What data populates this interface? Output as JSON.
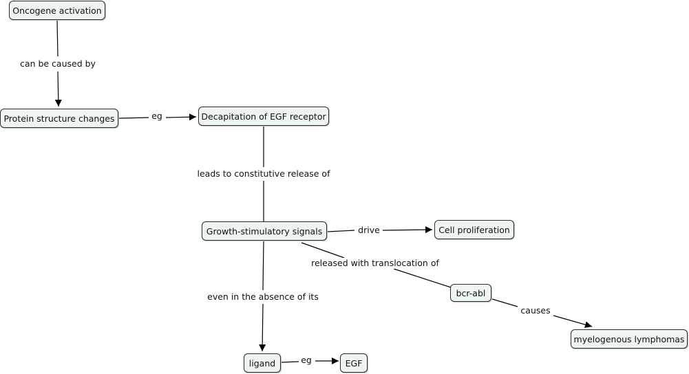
{
  "concept_map": {
    "nodes": {
      "oncogene_activation": "Oncogene activation",
      "protein_structure_changes": "Protein structure changes",
      "decapitation_egf_receptor": "Decapitation of EGF receptor",
      "growth_stimulatory_signals": "Growth-stimulatory signals",
      "cell_proliferation": "Cell proliferation",
      "bcr_abl": "bcr-abl",
      "myelogenous_lymphomas": "myelogenous lymphomas",
      "ligand": "ligand",
      "egf": "EGF"
    },
    "links": {
      "can_be_caused_by": "can be caused by",
      "eg_1": "eg",
      "leads_to": "leads to constitutive release of",
      "drive": "drive",
      "released_with": "released with translocation of",
      "causes": "causes",
      "even_in_absence": "even in the absence of its",
      "eg_2": "eg"
    }
  }
}
